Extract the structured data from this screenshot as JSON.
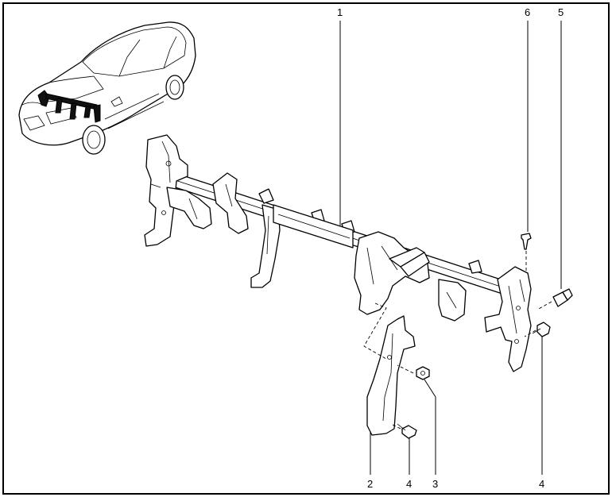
{
  "callouts": {
    "c1": "1",
    "c2": "2",
    "c3": "3",
    "c4a": "4",
    "c4b": "4",
    "c5": "5",
    "c6": "6"
  }
}
